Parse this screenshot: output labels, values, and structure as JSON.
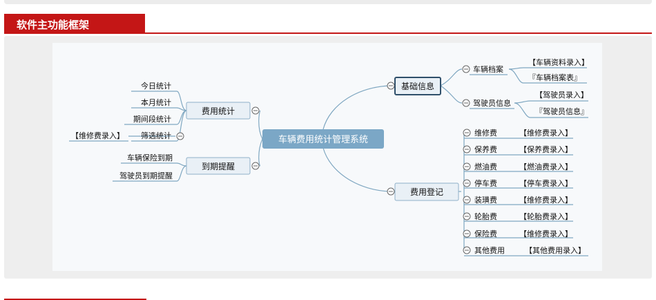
{
  "header": {
    "title": "软件主功能框架"
  },
  "mindmap": {
    "root": "车辆费用统计管理系统",
    "nodes": {
      "basic_info": "基础信息",
      "fee_register": "费用登记",
      "fee_stats": "费用统计",
      "expiry_reminder": "到期提醒"
    },
    "basic_info_children": [
      {
        "label": "车辆档案",
        "children": [
          "【车辆资料录入】",
          "『车辆档案表』"
        ]
      },
      {
        "label": "驾驶员信息",
        "children": [
          "【驾驶员录入】",
          "『驾驶员信息』"
        ]
      }
    ],
    "fee_register_children": [
      {
        "label": "维修费",
        "entry": "【维修费录入】"
      },
      {
        "label": "保养费",
        "entry": "【保养费录入】"
      },
      {
        "label": "燃油费",
        "entry": "【燃油费录入】"
      },
      {
        "label": "停车费",
        "entry": "【停车费录入】"
      },
      {
        "label": "装璜费",
        "entry": "【维修费录入】"
      },
      {
        "label": "轮胎费",
        "entry": "【轮胎费录入】"
      },
      {
        "label": "保险费",
        "entry": "【维修费录入】"
      },
      {
        "label": "其他费用",
        "entry": "【其他费用录入】"
      }
    ],
    "fee_stats_children": [
      "今日统计",
      "本月统计",
      "期间段统计",
      "筛选统计"
    ],
    "filter_entry": "【维修费录入】",
    "expiry_children": [
      "车辆保险到期",
      "驾驶员到期提醒"
    ]
  }
}
